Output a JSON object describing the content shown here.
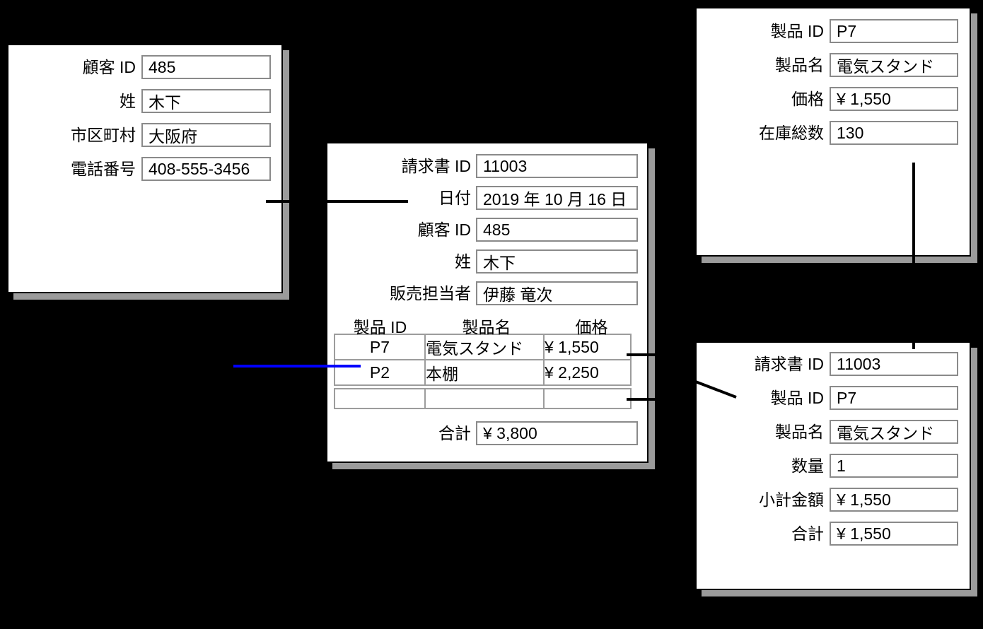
{
  "colors": {
    "background": "#000000",
    "panel": "#ffffff",
    "shadow": "#9b9b9b",
    "field_border": "#8a8a8a",
    "table_border": "#9c9c9c",
    "connector": "#000000",
    "highlight_line": "#0000ff"
  },
  "customer_form": {
    "fields": [
      {
        "label": "顧客 ID",
        "value": "485"
      },
      {
        "label": "姓",
        "value": "木下"
      },
      {
        "label": "市区町村",
        "value": "大阪府"
      },
      {
        "label": "電話番号",
        "value": "408-555-3456"
      }
    ]
  },
  "invoice_form": {
    "fields": [
      {
        "label": "請求書 ID",
        "value": "11003"
      },
      {
        "label": "日付",
        "value": "2019 年 10 月 16 日"
      },
      {
        "label": "顧客 ID",
        "value": "485"
      },
      {
        "label": "姓",
        "value": "木下"
      },
      {
        "label": "販売担当者",
        "value": "伊藤 竜次"
      }
    ],
    "line_items": {
      "headers": [
        "製品 ID",
        "製品名",
        "価格"
      ],
      "rows": [
        {
          "product_id": "P7",
          "product_name": "電気スタンド",
          "price": "¥ 1,550"
        },
        {
          "product_id": "P2",
          "product_name": "本棚",
          "price": "¥ 2,250"
        }
      ],
      "empty_row": {
        "product_id": "",
        "product_name": "",
        "price": ""
      },
      "total_label": "合計",
      "total_value": "¥ 3,800"
    }
  },
  "product_form": {
    "fields": [
      {
        "label": "製品 ID",
        "value": "P7"
      },
      {
        "label": "製品名",
        "value": "電気スタンド"
      },
      {
        "label": "価格",
        "value": "¥ 1,550"
      },
      {
        "label": "在庫総数",
        "value": "130"
      }
    ]
  },
  "invoice_line_item_form": {
    "fields": [
      {
        "label": "請求書 ID",
        "value": "11003"
      },
      {
        "label": "製品 ID",
        "value": "P7"
      },
      {
        "label": "製品名",
        "value": "電気スタンド"
      },
      {
        "label": "数量",
        "value": "1"
      },
      {
        "label": "小計金額",
        "value": "¥ 1,550"
      },
      {
        "label": "合計",
        "value": "¥ 1,550"
      }
    ]
  }
}
